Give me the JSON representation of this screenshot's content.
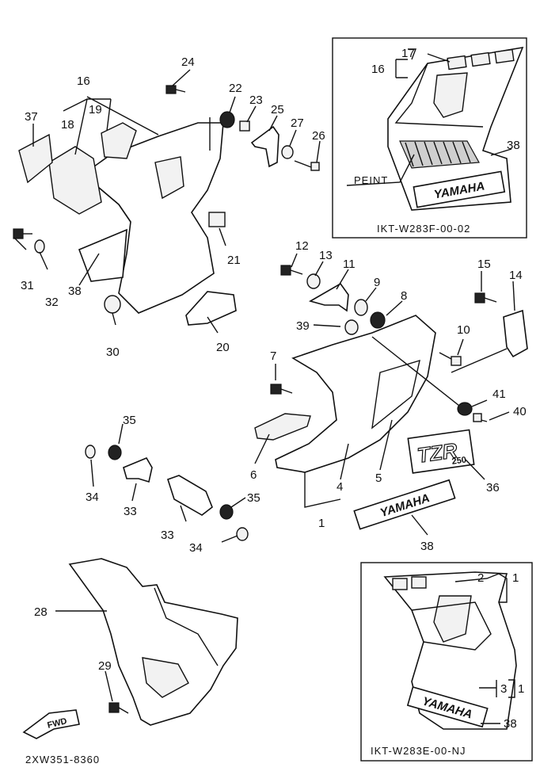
{
  "diagram": {
    "drawing_code": "2XW351-8360",
    "fwd_label": "FWD",
    "inset_top": {
      "code": "IKT-W283F-00-02",
      "peint_label": "PEINT",
      "brand": "YAMAHA"
    },
    "inset_bottom": {
      "code": "IKT-W283E-00-NJ",
      "brand": "YAMAHA"
    },
    "decal_tzr": {
      "main": "TZR",
      "sub": "250"
    },
    "decal_yamaha": "YAMAHA",
    "callouts": {
      "c1": "1",
      "c1b": "1",
      "c1c": "1",
      "c2": "2",
      "c3": "3",
      "c4": "4",
      "c5": "5",
      "c6": "6",
      "c7": "7",
      "c8": "8",
      "c9": "9",
      "c10": "10",
      "c11": "11",
      "c12": "12",
      "c13": "13",
      "c14": "14",
      "c15": "15",
      "c16": "16",
      "c16b": "16",
      "c17": "17",
      "c18": "18",
      "c19": "19",
      "c20": "20",
      "c21": "21",
      "c22": "22",
      "c23": "23",
      "c24": "24",
      "c25": "25",
      "c26": "26",
      "c27": "27",
      "c28": "28",
      "c29": "29",
      "c30": "30",
      "c31": "31",
      "c32": "32",
      "c33": "33",
      "c33b": "33",
      "c34": "34",
      "c34b": "34",
      "c35": "35",
      "c35b": "35",
      "c36": "36",
      "c37": "37",
      "c38": "38",
      "c38b": "38",
      "c38c": "38",
      "c38d": "38",
      "c39": "39",
      "c40": "40",
      "c41": "41"
    }
  }
}
